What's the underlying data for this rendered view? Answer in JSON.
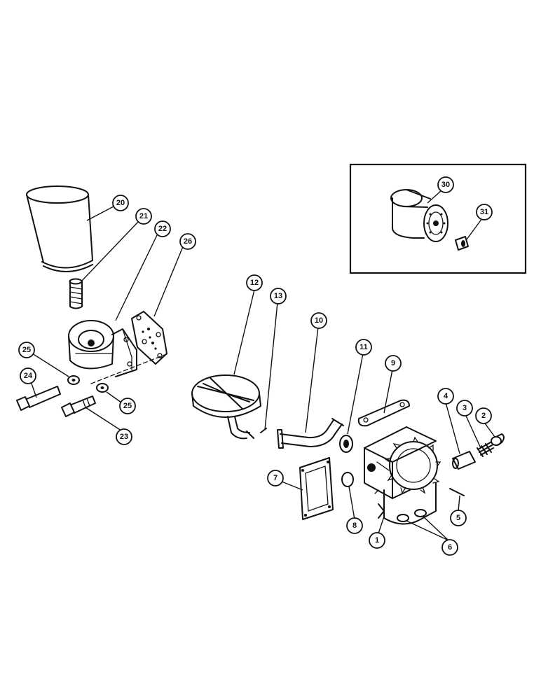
{
  "callouts": [
    {
      "id": "c20",
      "label": "20"
    },
    {
      "id": "c21",
      "label": "21"
    },
    {
      "id": "c22",
      "label": "22"
    },
    {
      "id": "c26",
      "label": "26"
    },
    {
      "id": "c25a",
      "label": "25"
    },
    {
      "id": "c24",
      "label": "24"
    },
    {
      "id": "c25b",
      "label": "25"
    },
    {
      "id": "c23",
      "label": "23"
    },
    {
      "id": "c12",
      "label": "12"
    },
    {
      "id": "c13",
      "label": "13"
    },
    {
      "id": "c10",
      "label": "10"
    },
    {
      "id": "c11",
      "label": "11"
    },
    {
      "id": "c9",
      "label": "9"
    },
    {
      "id": "c4",
      "label": "4"
    },
    {
      "id": "c3",
      "label": "3"
    },
    {
      "id": "c2",
      "label": "2"
    },
    {
      "id": "c5",
      "label": "5"
    },
    {
      "id": "c7",
      "label": "7"
    },
    {
      "id": "c8",
      "label": "8"
    },
    {
      "id": "c1",
      "label": "1"
    },
    {
      "id": "c6",
      "label": "6"
    },
    {
      "id": "c30",
      "label": "30"
    },
    {
      "id": "c31",
      "label": "31"
    }
  ],
  "parts": [
    {
      "id": "p20",
      "name": "oil-filter-element"
    },
    {
      "id": "p21",
      "name": "stud"
    },
    {
      "id": "p22",
      "name": "filter-base"
    },
    {
      "id": "p26",
      "name": "filter-base-gasket"
    },
    {
      "id": "p25",
      "name": "lock-washer"
    },
    {
      "id": "p24",
      "name": "bolt"
    },
    {
      "id": "p23",
      "name": "cap-screw"
    },
    {
      "id": "p12",
      "name": "oil-pump-screen"
    },
    {
      "id": "p13",
      "name": "cotter-pin"
    },
    {
      "id": "p10",
      "name": "suction-tube"
    },
    {
      "id": "p11",
      "name": "seal-ring"
    },
    {
      "id": "p9",
      "name": "pump-gasket"
    },
    {
      "id": "p1",
      "name": "oil-pump-assembly"
    },
    {
      "id": "p7",
      "name": "cover-gasket"
    },
    {
      "id": "p8",
      "name": "o-ring"
    },
    {
      "id": "p6",
      "name": "plugs"
    },
    {
      "id": "p5",
      "name": "roll-pin"
    },
    {
      "id": "p4",
      "name": "relief-valve-plunger"
    },
    {
      "id": "p3",
      "name": "spring"
    },
    {
      "id": "p2",
      "name": "cap"
    },
    {
      "id": "p30",
      "name": "spin-on-filter"
    },
    {
      "id": "p31",
      "name": "adapter"
    }
  ]
}
